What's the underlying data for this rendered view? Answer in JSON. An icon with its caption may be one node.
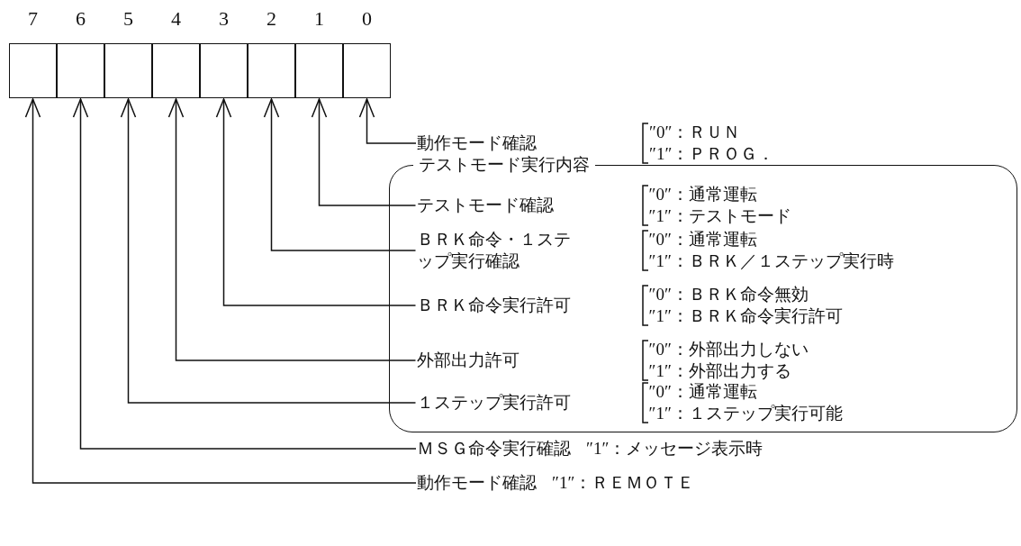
{
  "diagram": {
    "nodes": [
      {
        "text": [
          "7"
        ]
      },
      {
        "text": [
          "6"
        ]
      },
      {
        "text": [
          "5"
        ]
      },
      {
        "text": [
          "4"
        ]
      },
      {
        "text": [
          "3"
        ]
      },
      {
        "text": [
          "2"
        ]
      },
      {
        "text": [
          "1"
        ]
      },
      {
        "text": [
          "0"
        ]
      },
      {
        "text": [
          "動作モード確認"
        ],
        "beside": [
          "″0″：ＲＵＮ",
          "″1″：ＰＲＯＧ．"
        ]
      },
      {
        "text": [
          "テストモード実行内容"
        ]
      },
      {
        "text": [
          "テストモード確認"
        ],
        "beside": [
          "″0″：通常運転",
          "″1″：テストモード"
        ],
        "in": 9
      },
      {
        "text": [
          "ＢＲＫ命令・１ステップ実行確認"
        ],
        "beside": [
          "″0″：通常運転",
          "″1″：ＢＲＫ／１ステップ実行時"
        ],
        "in": 9
      },
      {
        "text": [
          "ＢＲＫ命令実行許可"
        ],
        "beside": [
          "″0″：ＢＲＫ命令無効",
          "″1″：ＢＲＫ命令実行許可"
        ],
        "in": 9
      },
      {
        "text": [
          "外部出力許可"
        ],
        "beside": [
          "″0″：外部出力しない",
          "″1″：外部出力する"
        ],
        "in": 9
      },
      {
        "text": [
          "１ステップ実行許可"
        ],
        "beside": [
          "″0″：通常運転",
          "″1″：１ステップ実行可能"
        ],
        "in": 9
      },
      {
        "text": [
          "ＭＳＧ命令実行確認"
        ],
        "beside": [
          "″1″：メッセージ表示時"
        ]
      },
      {
        "text": [
          "動作モード確認"
        ],
        "beside": [
          "″1″：ＲＥＭＯＴＥ"
        ]
      }
    ],
    "edges": [
      {
        "from": 8,
        "to": 7,
        "arrow": "to"
      },
      {
        "from": 10,
        "to": 6,
        "arrow": "to"
      },
      {
        "from": 11,
        "to": 5,
        "arrow": "to"
      },
      {
        "from": 12,
        "to": 4,
        "arrow": "to"
      },
      {
        "from": 13,
        "to": 3,
        "arrow": "to"
      },
      {
        "from": 14,
        "to": 2,
        "arrow": "to"
      },
      {
        "from": 15,
        "to": 1,
        "arrow": "to"
      },
      {
        "from": 16,
        "to": 0,
        "arrow": "to"
      }
    ]
  }
}
